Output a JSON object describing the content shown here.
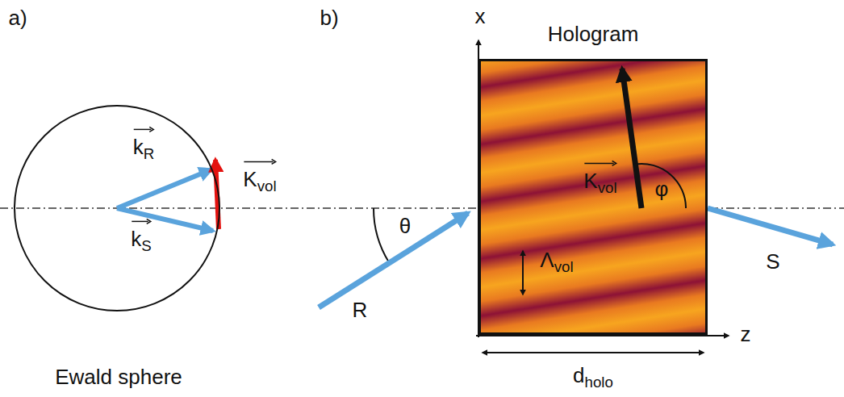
{
  "diagram": {
    "nodes": [
      {
        "text": [
          "Ewald sphere"
        ]
      },
      {
        "text": [
          "Hologram"
        ]
      }
    ],
    "labels": [
      "a)",
      "b)",
      "kR",
      "kS",
      "Kvol",
      "x",
      "z",
      "Kvol",
      "φ",
      "θ",
      "Λvol",
      "R",
      "S",
      "dholo"
    ]
  }
}
